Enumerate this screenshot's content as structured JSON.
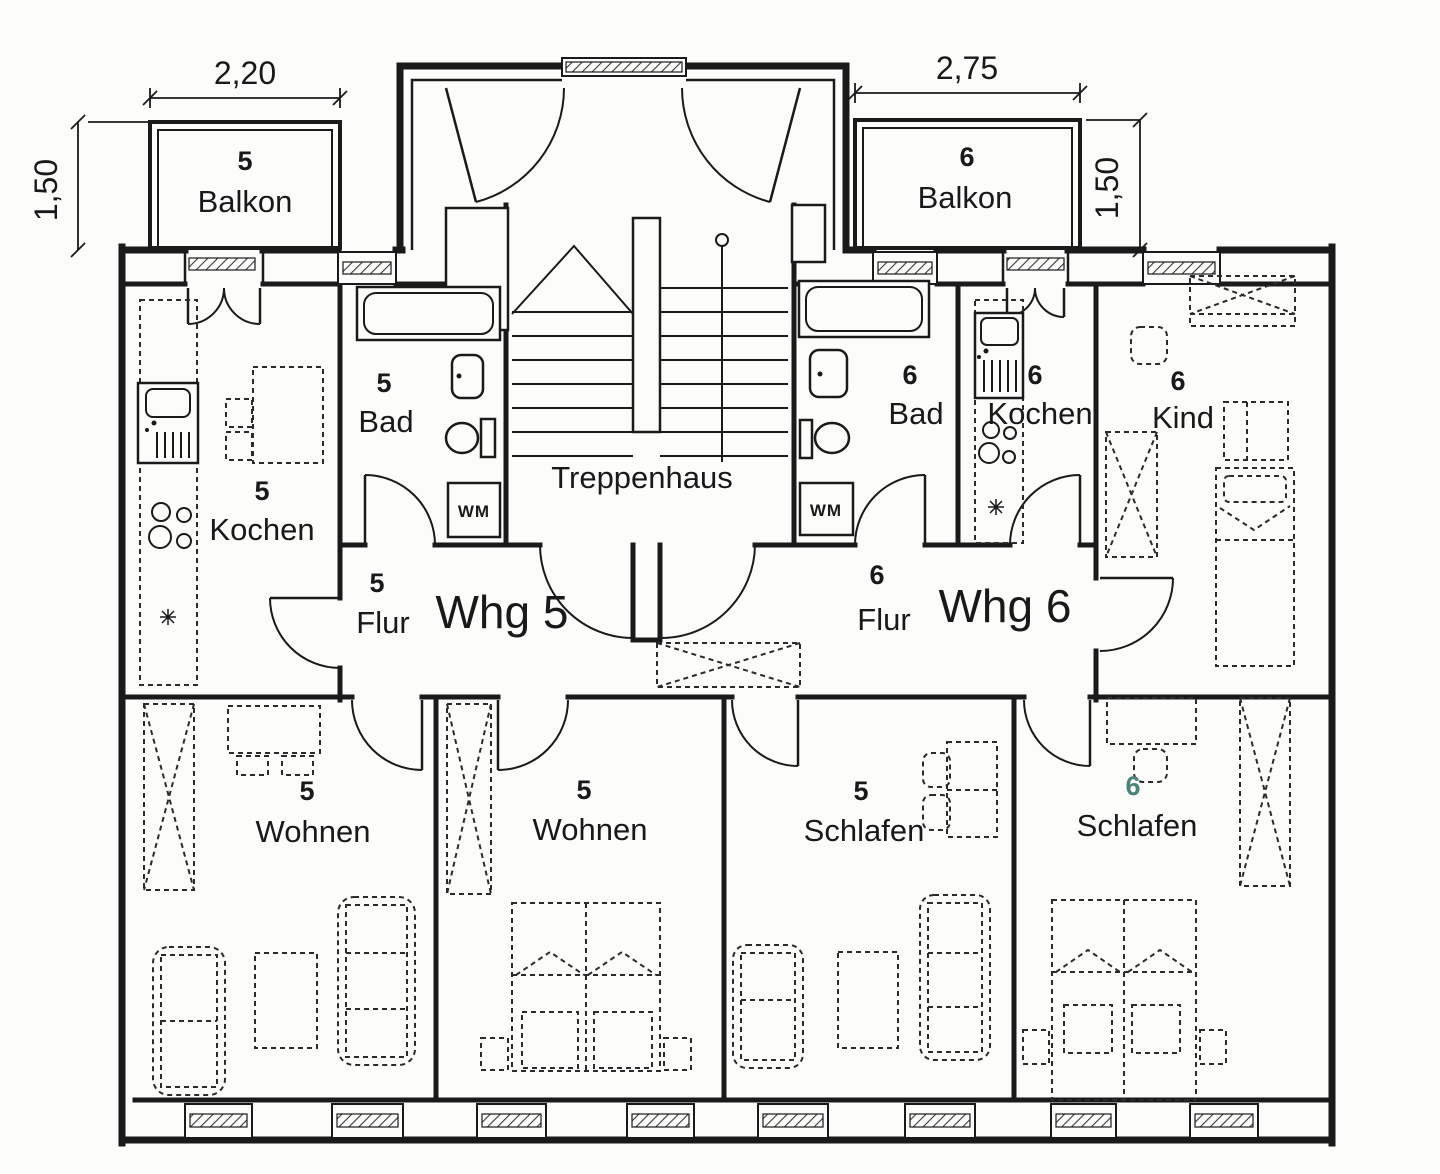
{
  "canvas": {
    "paper": "#fcfcfa",
    "ink": "#1a1a1a",
    "accent_teal": "#4a8377"
  },
  "plan": {
    "stairwell_label": "Treppenhaus",
    "apartment5_label": "Whg 5",
    "apartment6_label": "Whg 6"
  },
  "dimensions": {
    "balkon5_width": "2,20",
    "balkon6_width": "2,75",
    "balkon5_depth": "1,50",
    "balkon6_depth": "1,50"
  },
  "rooms": {
    "balkon5": {
      "unit": "5",
      "name": "Balkon"
    },
    "balkon6": {
      "unit": "6",
      "name": "Balkon"
    },
    "kochen5": {
      "unit": "5",
      "name": "Kochen"
    },
    "bad5": {
      "unit": "5",
      "name": "Bad"
    },
    "bad6": {
      "unit": "6",
      "name": "Bad"
    },
    "kochen6": {
      "unit": "6",
      "name": "Kochen"
    },
    "kind6": {
      "unit": "6",
      "name": "Kind"
    },
    "flur5": {
      "unit": "5",
      "name": "Flur"
    },
    "flur6": {
      "unit": "6",
      "name": "Flur"
    },
    "wohnen5a": {
      "unit": "5",
      "name": "Wohnen"
    },
    "wohnen5b": {
      "unit": "5",
      "name": "Wohnen"
    },
    "schlafen5": {
      "unit": "5",
      "name": "Schlafen"
    },
    "schlafen6": {
      "unit": "6",
      "name": "Schlafen"
    }
  },
  "appliances": {
    "wm5": "WM",
    "wm6": "WM"
  }
}
